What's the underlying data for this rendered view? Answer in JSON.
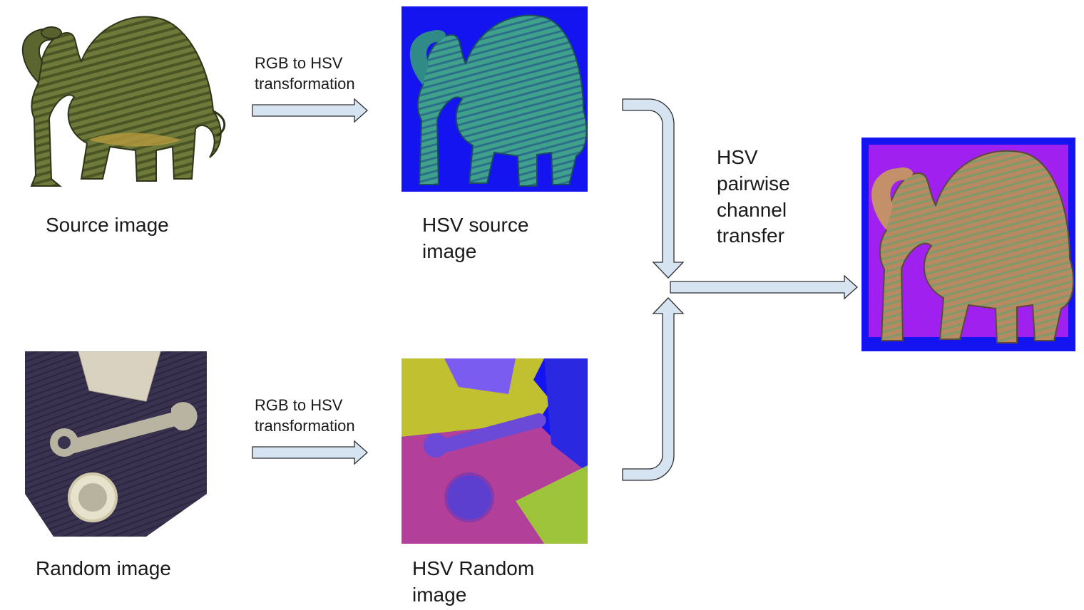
{
  "nodes": {
    "source": {
      "label": "Source image"
    },
    "hsv_source": {
      "label_lines": [
        "HSV source",
        "image"
      ]
    },
    "random": {
      "label": "Random image"
    },
    "hsv_random": {
      "label_lines": [
        "HSV Random",
        "image"
      ]
    },
    "result": {}
  },
  "edges": {
    "top_transform": {
      "label_lines": [
        "RGB to HSV",
        "transformation"
      ]
    },
    "bottom_transform": {
      "label_lines": [
        "RGB to HSV",
        "transformation"
      ]
    },
    "merge": {
      "label_lines": [
        "HSV",
        "pairwise",
        "channel",
        "transfer"
      ]
    }
  },
  "colors": {
    "arrow_fill": "#d6e4f2",
    "hsv_background": "#1414f0",
    "result_background": "#a020f0"
  }
}
